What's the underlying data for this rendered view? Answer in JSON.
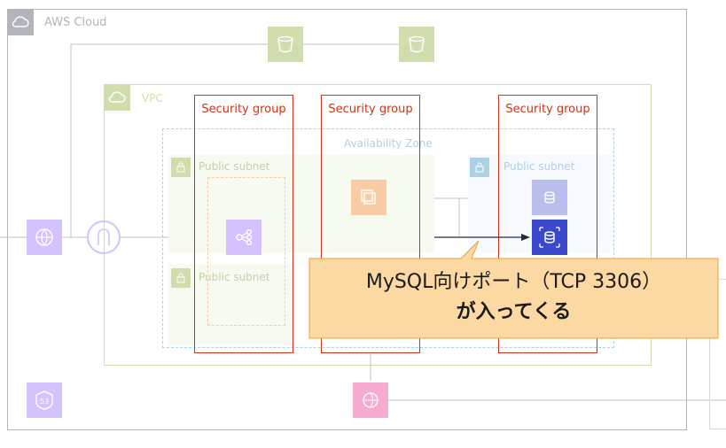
{
  "cloud": {
    "label": "AWS Cloud"
  },
  "vpc": {
    "label": "VPC"
  },
  "availability_zone": {
    "label": "Availability Zone"
  },
  "subnets": {
    "public_top_left": "Public subnet",
    "public_top_right": "Public subnet",
    "public_bottom_left": "Public subnet"
  },
  "security_groups": [
    {
      "label": "Security group"
    },
    {
      "label": "Security group"
    },
    {
      "label": "Security group"
    }
  ],
  "callout": {
    "line1": "MySQL向けポート（TCP 3306）",
    "line2": "が入ってくる"
  },
  "colors": {
    "security_group": "#d13212",
    "callout_fill": "#fcd9a3",
    "callout_border": "#e8a33a",
    "rds_icon": "#3b48cc",
    "s3_icon": "#7aa116",
    "ec2_icon": "#ed7100"
  },
  "icons": [
    "cloud-icon",
    "s3-bucket-icon",
    "vpc-icon",
    "internet-icon",
    "internet-gateway-icon",
    "load-balancer-icon",
    "ec2-icon",
    "rds-icon",
    "route53-icon",
    "cloudfront-icon",
    "lock-icon"
  ]
}
